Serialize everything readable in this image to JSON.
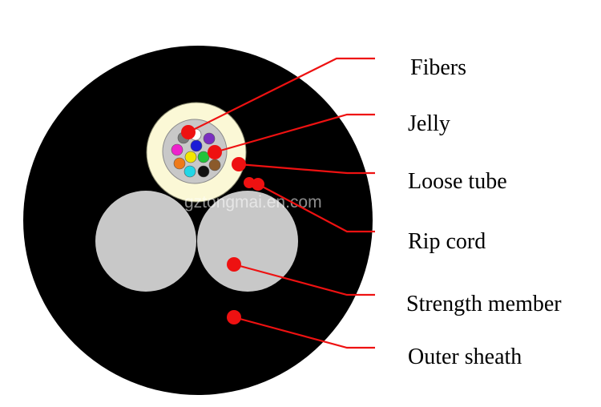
{
  "labels": {
    "fibers": "Fibers",
    "jelly": "Jelly",
    "loose_tube": "Loose tube",
    "rip_cord": "Rip cord",
    "strength_member": "Strength member",
    "outer_sheath": "Outer sheath"
  },
  "watermark": "gztongmai.en.com",
  "colors": {
    "outer_sheath": "#000000",
    "loose_tube": "#fbf8d6",
    "jelly": "#c8c8c8",
    "strength_member": "#c8c8c8",
    "pointer": "#ee1111",
    "fibers": [
      "#7a7a7a",
      "#1c1cd6",
      "#7b2fc0",
      "#ee22cc",
      "#f2e600",
      "#22c43a",
      "#8b5a2b",
      "#ee7a1a",
      "#22d6e6",
      "#111111",
      "#ffffff"
    ]
  }
}
